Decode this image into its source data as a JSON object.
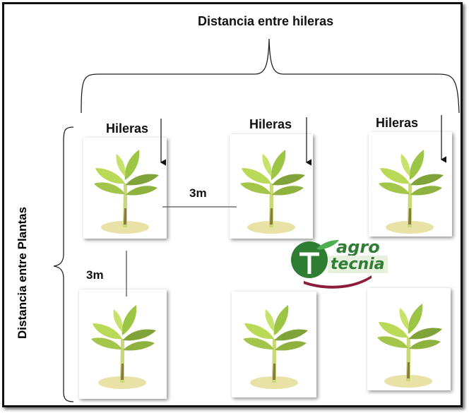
{
  "title": "Distancia entre hileras",
  "vertical_label": "Distancia entre Plantas",
  "hileras": [
    "Hileras",
    "Hileras",
    "Hileras"
  ],
  "spacing": {
    "horizontal": "3m",
    "vertical": "3m"
  },
  "logo": {
    "icon": "agrotecnia-logo-icon",
    "line1": "agro",
    "line2": "tecnia"
  },
  "colors": {
    "leaf_light": "#b9d957",
    "leaf_dark": "#7fa339",
    "stem": "#c9d97a",
    "ground": "#e8e2a6"
  }
}
